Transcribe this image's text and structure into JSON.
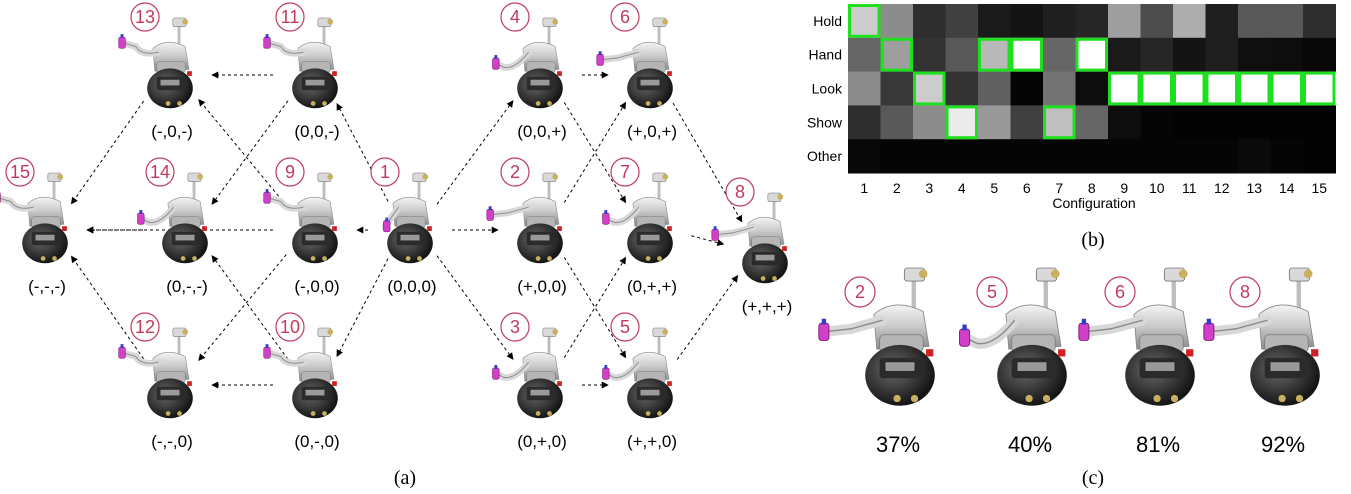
{
  "panel_a": {
    "caption": "(a)",
    "nodes": [
      {
        "id": 13,
        "label": "13",
        "config": "(-,0,-)"
      },
      {
        "id": 11,
        "label": "11",
        "config": "(0,0,-)"
      },
      {
        "id": 4,
        "label": "4",
        "config": "(0,0,+)"
      },
      {
        "id": 6,
        "label": "6",
        "config": "(+,0,+)"
      },
      {
        "id": 15,
        "label": "15",
        "config": "(-,-,-)"
      },
      {
        "id": 14,
        "label": "14",
        "config": "(0,-,-)"
      },
      {
        "id": 9,
        "label": "9",
        "config": "(-,0,0)"
      },
      {
        "id": 1,
        "label": "1",
        "config": "(0,0,0)"
      },
      {
        "id": 2,
        "label": "2",
        "config": "(+,0,0)"
      },
      {
        "id": 7,
        "label": "7",
        "config": "(0,+,+)"
      },
      {
        "id": 8,
        "label": "8",
        "config": "(+,+,+)"
      },
      {
        "id": 12,
        "label": "12",
        "config": "(-,-,0)"
      },
      {
        "id": 10,
        "label": "10",
        "config": "(0,-,0)"
      },
      {
        "id": 3,
        "label": "3",
        "config": "(0,+,0)"
      },
      {
        "id": 5,
        "label": "5",
        "config": "(+,+,0)"
      }
    ],
    "edges": [
      [
        1,
        4
      ],
      [
        1,
        2
      ],
      [
        1,
        3
      ],
      [
        1,
        9
      ],
      [
        1,
        11
      ],
      [
        1,
        10
      ],
      [
        4,
        6
      ],
      [
        4,
        7
      ],
      [
        2,
        6
      ],
      [
        2,
        5
      ],
      [
        3,
        7
      ],
      [
        3,
        5
      ],
      [
        6,
        8
      ],
      [
        7,
        8
      ],
      [
        5,
        8
      ],
      [
        9,
        13
      ],
      [
        9,
        12
      ],
      [
        9,
        15
      ],
      [
        11,
        13
      ],
      [
        11,
        14
      ],
      [
        10,
        14
      ],
      [
        10,
        12
      ],
      [
        13,
        15
      ],
      [
        14,
        15
      ],
      [
        12,
        15
      ]
    ]
  },
  "panel_b": {
    "caption": "(b)",
    "chart_data": {
      "type": "heatmap",
      "xlabel": "Configuration",
      "ylabel": "",
      "x_categories": [
        "1",
        "2",
        "3",
        "4",
        "5",
        "6",
        "7",
        "8",
        "9",
        "10",
        "11",
        "12",
        "13",
        "14",
        "15"
      ],
      "y_categories": [
        "Hold",
        "Hand",
        "Look",
        "Show",
        "Other"
      ],
      "values": [
        [
          0.8,
          0.55,
          0.18,
          0.25,
          0.1,
          0.08,
          0.12,
          0.15,
          0.62,
          0.3,
          0.68,
          0.12,
          0.35,
          0.35,
          0.18
        ],
        [
          0.4,
          0.62,
          0.2,
          0.35,
          0.72,
          1.0,
          0.4,
          1.0,
          0.1,
          0.15,
          0.08,
          0.12,
          0.06,
          0.05,
          0.03
        ],
        [
          0.55,
          0.22,
          0.8,
          0.2,
          0.38,
          0.02,
          0.45,
          0.05,
          1.0,
          1.0,
          1.0,
          1.0,
          1.0,
          1.0,
          1.0
        ],
        [
          0.18,
          0.35,
          0.55,
          0.92,
          0.6,
          0.25,
          0.75,
          0.4,
          0.05,
          0.02,
          0.01,
          0.01,
          0.01,
          0.01,
          0.01
        ],
        [
          0.03,
          0.02,
          0.02,
          0.02,
          0.02,
          0.02,
          0.02,
          0.02,
          0.02,
          0.02,
          0.02,
          0.02,
          0.04,
          0.02,
          0.01
        ]
      ],
      "colormap": "grayscale",
      "highlight_color": "#1fe01f",
      "highlighted_cells": [
        [
          0,
          0
        ],
        [
          1,
          1
        ],
        [
          2,
          2
        ],
        [
          3,
          3
        ],
        [
          1,
          4
        ],
        [
          1,
          5
        ],
        [
          3,
          6
        ],
        [
          1,
          7
        ],
        [
          2,
          8
        ],
        [
          2,
          9
        ],
        [
          2,
          10
        ],
        [
          2,
          11
        ],
        [
          2,
          12
        ],
        [
          2,
          13
        ],
        [
          2,
          14
        ]
      ]
    }
  },
  "panel_c": {
    "caption": "(c)",
    "items": [
      {
        "label": "2",
        "percent": "37%"
      },
      {
        "label": "5",
        "percent": "40%"
      },
      {
        "label": "6",
        "percent": "81%"
      },
      {
        "label": "8",
        "percent": "92%"
      }
    ]
  }
}
